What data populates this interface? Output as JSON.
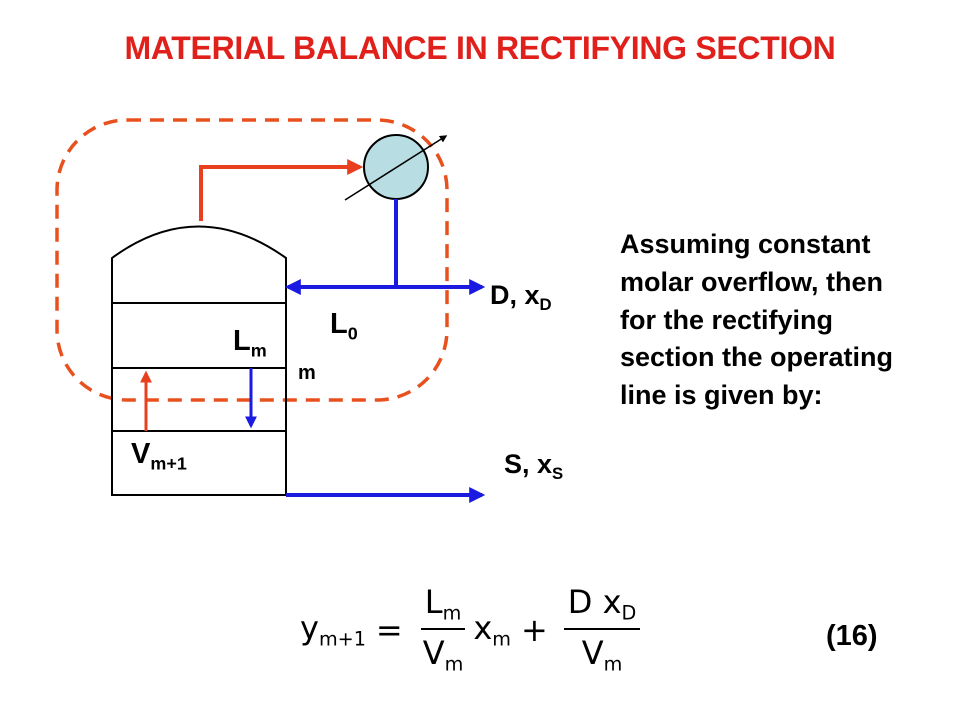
{
  "title": "MATERIAL BALANCE IN RECTIFYING SECTION",
  "colors": {
    "title": "#e0201b",
    "boundary": "#e8501e",
    "vapor_line": "#e8401e",
    "liquid_line": "#1a1ae0",
    "condenser": "#b8dde3"
  },
  "labels": {
    "distillate": {
      "main": "D, x",
      "sub": "D"
    },
    "sidestream": {
      "main": "S, x",
      "sub": "S"
    },
    "reflux": {
      "main": "L",
      "sub": "0"
    },
    "liquid_m": {
      "main": "L",
      "sub": "m"
    },
    "stage": "m",
    "vapor": {
      "main": "V",
      "sub": "m+1"
    }
  },
  "description": [
    "Assuming constant",
    "molar overflow, then",
    "for the rectifying",
    "section the operating",
    "line is given by:"
  ],
  "equation": {
    "lhs": {
      "main": "y",
      "sub": "m+1"
    },
    "equals": "=",
    "frac1": {
      "num_main": "L",
      "num_sub": "m",
      "den_main": "V",
      "den_sub": "m"
    },
    "x": {
      "main": "x",
      "sub": "m"
    },
    "plus": "+",
    "frac2": {
      "num_main": "D x",
      "num_sub": "D",
      "den_main": "V",
      "den_sub": "m"
    }
  },
  "equation_number": "(16)"
}
